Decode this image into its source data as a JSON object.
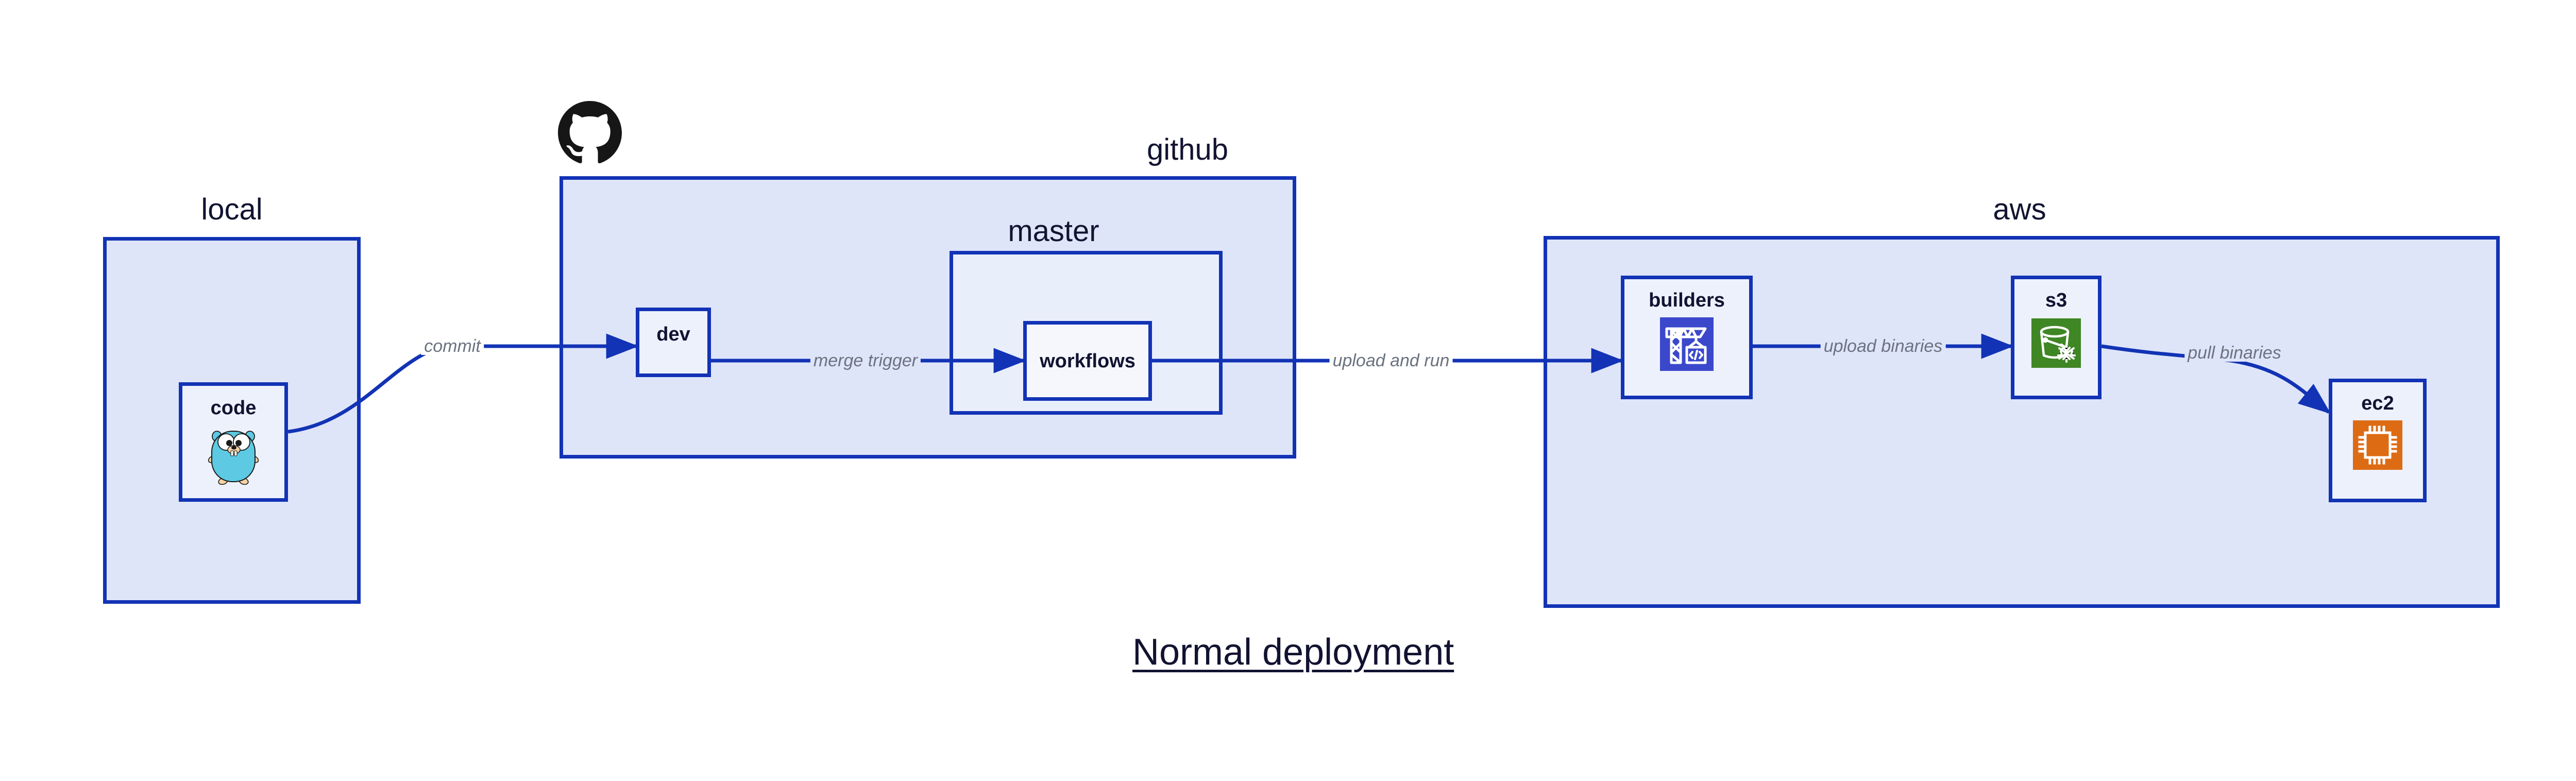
{
  "figure": {
    "title": "Normal deployment"
  },
  "groups": {
    "local": {
      "caption": "local"
    },
    "github": {
      "caption": "github"
    },
    "master": {
      "caption": "master"
    },
    "aws": {
      "caption": "aws"
    }
  },
  "nodes": {
    "code": {
      "title": "code",
      "icon": "go-gopher-icon"
    },
    "dev": {
      "title": "dev",
      "icon": "none"
    },
    "workflows": {
      "title": "workflows",
      "icon": "none"
    },
    "builders": {
      "title": "builders",
      "icon": "aws-codebuild-icon"
    },
    "s3": {
      "title": "s3",
      "icon": "aws-s3-glacier-icon"
    },
    "ec2": {
      "title": "ec2",
      "icon": "aws-ec2-chip-icon"
    }
  },
  "edges": {
    "commit": {
      "label": "commit",
      "from": "code",
      "to": "dev"
    },
    "merge_trigger": {
      "label": "merge trigger",
      "from": "dev",
      "to": "workflows"
    },
    "upload_and_run": {
      "label": "upload and run",
      "from": "workflows",
      "to": "builders"
    },
    "upload_binaries": {
      "label": "upload binaries",
      "from": "builders",
      "to": "s3"
    },
    "pull_binaries": {
      "label": "pull binaries",
      "from": "s3",
      "to": "ec2"
    }
  },
  "logos": {
    "github": {
      "name": "github-octocat-logo"
    }
  },
  "colors": {
    "border_blue": "#1233b5",
    "group_fill": "#dfe5f9",
    "sub_fill": "#e9eefb",
    "node_fill": "#edf1fc",
    "node_fill_pale": "#f5f7fd",
    "text_dark": "#121331",
    "edge_label_gray": "#6b7280",
    "codebuild_blue": "#3b48cc",
    "s3_green": "#3f8624",
    "ec2_orange": "#dd6b14",
    "gopher_cyan": "#5dc9e2",
    "background": "#ffffff"
  }
}
